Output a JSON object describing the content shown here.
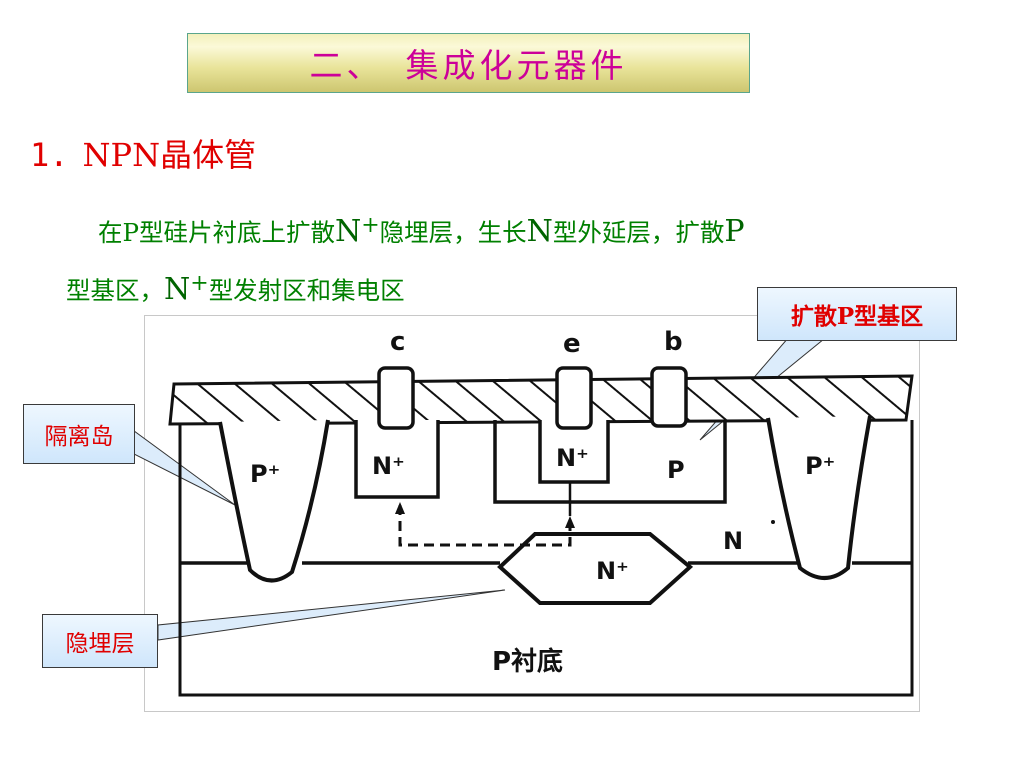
{
  "title": {
    "number": "二、",
    "text": "集成化元器件"
  },
  "heading": {
    "number": "1.",
    "text": "NPN晶体管"
  },
  "paragraph": {
    "p1": "在P型硅片衬底上扩散",
    "n1": "N",
    "sup1": "+",
    "p2": "隐埋层，生长",
    "n2": "N",
    "p3": "型外延层，扩散",
    "n3": "P",
    "p4": "型基区，",
    "n4": "N",
    "sup2": "+",
    "p5": "型发射区和集电区"
  },
  "callouts": {
    "base": "扩散P型基区",
    "isolation": "隔离岛",
    "buried": "隐埋层"
  },
  "diagram": {
    "terminal_c": "c",
    "terminal_e": "e",
    "terminal_b": "b",
    "p_plus_left": "P⁺",
    "p_plus_right": "P⁺",
    "n_plus_collector": "N⁺",
    "n_plus_emitter": "N⁺",
    "p_base": "P",
    "n_epi": "N",
    "n_plus_buried": "N⁺",
    "substrate": "P衬底"
  },
  "colors": {
    "title_text": "#cc0099",
    "heading_text": "#e00000",
    "paragraph_text": "#008000",
    "callout_text": "#e00000",
    "title_border": "#5aa58c"
  }
}
